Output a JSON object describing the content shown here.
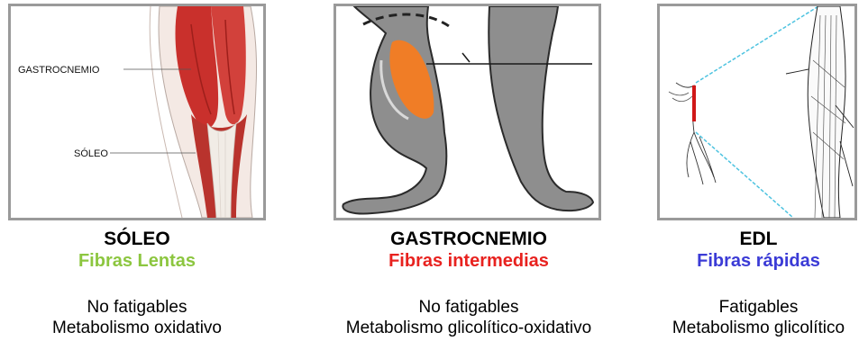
{
  "panels": [
    {
      "labels": {
        "top": "GASTROCNEMIO",
        "bottom": "SÓLEO"
      },
      "name": "SÓLEO",
      "fiber": "Fibras Lentas",
      "fiber_color": "#8cc63f",
      "fatigue": "No fatigables",
      "metabolism": "Metabolismo oxidativo"
    },
    {
      "name": "GASTROCNEMIO",
      "fiber": "Fibras intermedias",
      "fiber_color": "#e8221f",
      "fatigue": "No fatigables",
      "metabolism": "Metabolismo glicolítico-oxidativo"
    },
    {
      "name": "EDL",
      "fiber": "Fibras rápidas",
      "fiber_color": "#3b3bd6",
      "fatigue": "Fatigables",
      "metabolism": "Metabolismo glicolítico"
    }
  ]
}
